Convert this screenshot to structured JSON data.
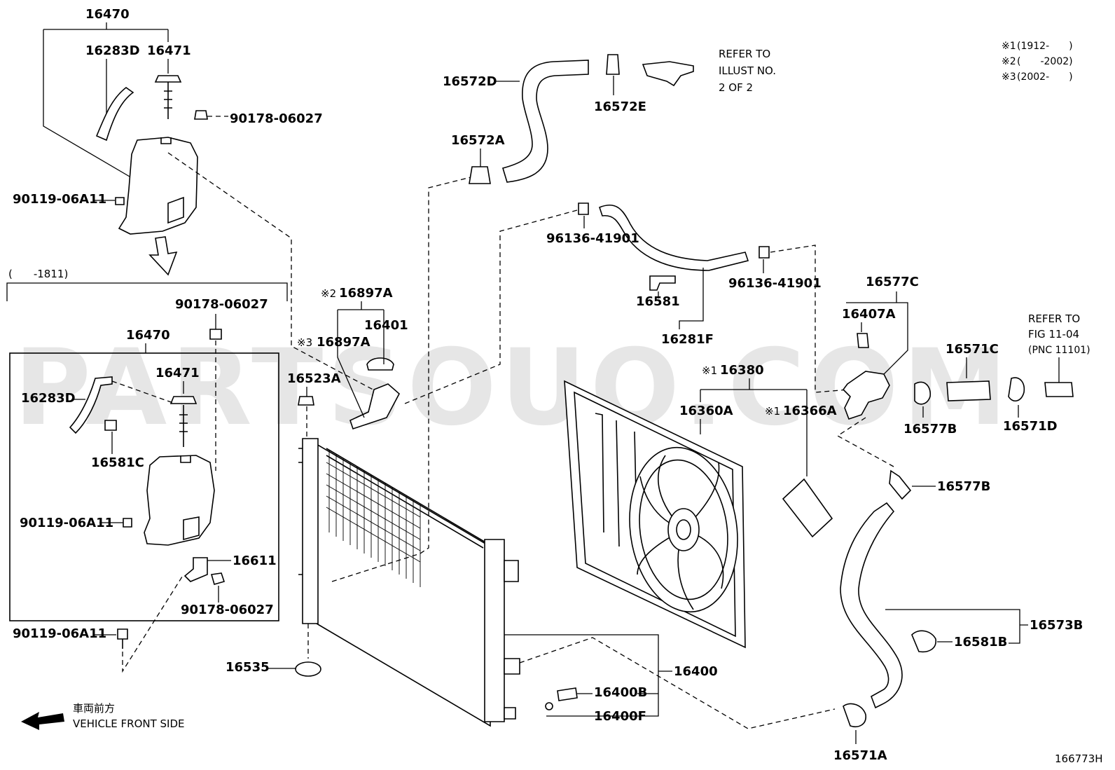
{
  "watermark": "PARTSOUQ.COM",
  "figure_number": "166773H",
  "legend_notes": [
    {
      "mark": "※1",
      "text": "(1912-　　)"
    },
    {
      "mark": "※2",
      "text": "(　　-2002)"
    },
    {
      "mark": "※3",
      "text": "(2002-　　)"
    }
  ],
  "range_note": "(　　-1811)",
  "direction": {
    "jp": "車両前方",
    "en": "VEHICLE FRONT SIDE"
  },
  "refer_notes": {
    "illust": [
      "REFER TO",
      "ILLUST NO.",
      "2 OF 2"
    ],
    "fig": [
      "REFER TO",
      "FIG 11-04",
      "(PNC 11101)"
    ]
  },
  "labels": {
    "p16470_top": "16470",
    "p16283D_top": "16283D",
    "p16471_top": "16471",
    "p90178_top": "90178-06027",
    "p90119_top": "90119-06A11",
    "p90178_mid": "90178-06027",
    "p16470_box": "16470",
    "p16471_box": "16471",
    "p16283D_box": "16283D",
    "p16581C": "16581C",
    "p90119_box": "90119-06A11",
    "p16611": "16611",
    "p90178_box": "90178-06027",
    "p90119_bottom": "90119-06A11",
    "p16535": "16535",
    "p16523A": "16523A",
    "p16897A_2": "16897A",
    "p16897A_3": "16897A",
    "p16401": "16401",
    "p16572D": "16572D",
    "p16572E": "16572E",
    "p16572A": "16572A",
    "p96136_left": "96136-41901",
    "p96136_right": "96136-41901",
    "p16581": "16581",
    "p16281F": "16281F",
    "p16380": "16380",
    "p16360A": "16360A",
    "p16366A": "16366A",
    "p16577C": "16577C",
    "p16407A": "16407A",
    "p16571C": "16571C",
    "p16577B_top": "16577B",
    "p16571D": "16571D",
    "p16577B_mid": "16577B",
    "p16573B": "16573B",
    "p16581B": "16581B",
    "p16571A": "16571A",
    "p16400": "16400",
    "p16400B": "16400B",
    "p16400F": "16400F"
  },
  "marks": {
    "m1": "※1",
    "m2": "※2",
    "m3": "※3"
  }
}
